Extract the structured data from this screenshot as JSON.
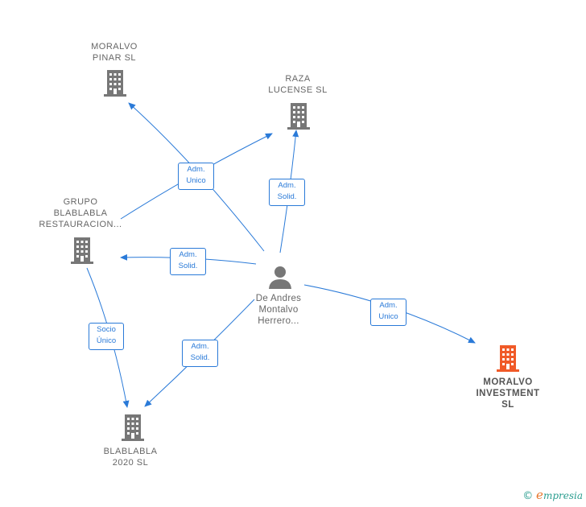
{
  "nodes": {
    "moralvo_pinar": {
      "line1": "MORALVO",
      "line2": "PINAR  SL"
    },
    "raza_lucense": {
      "line1": "RAZA",
      "line2": "LUCENSE  SL"
    },
    "grupo": {
      "line1": "GRUPO",
      "line2": "BLABLABLA",
      "line3": "RESTAURACION..."
    },
    "person": {
      "line1": "De Andres",
      "line2": "Montalvo",
      "line3": "Herrero..."
    },
    "moralvo_investment": {
      "line1": "MORALVO",
      "line2": "INVESTMENT",
      "line3": "SL"
    },
    "blablabla_2020": {
      "line1": "BLABLABLA",
      "line2": "2020  SL"
    }
  },
  "edges": {
    "adm_unico_1": {
      "line1": "Adm.",
      "line2": "Unico"
    },
    "adm_solid_raza": {
      "line1": "Adm.",
      "line2": "Solid."
    },
    "adm_solid_grupo": {
      "line1": "Adm.",
      "line2": "Solid."
    },
    "adm_unico_inv": {
      "line1": "Adm.",
      "line2": "Unico"
    },
    "socio_unico": {
      "line1": "Socio",
      "line2": "Único"
    },
    "adm_solid_2020": {
      "line1": "Adm.",
      "line2": "Solid."
    }
  },
  "footer": {
    "copyright": "©",
    "brand_e": "e",
    "brand_rest": "mpresia"
  },
  "colors": {
    "edge": "#2a7ad8",
    "building": "#777777",
    "highlight": "#f05a28",
    "person": "#777777"
  }
}
